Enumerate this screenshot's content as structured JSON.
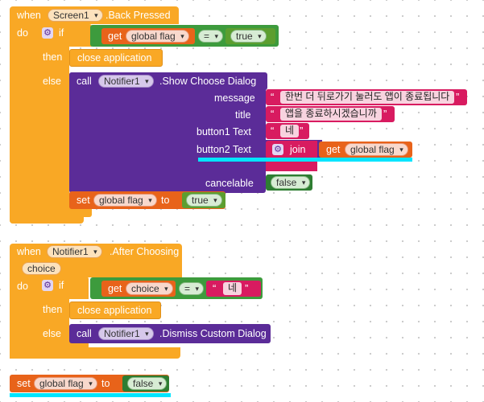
{
  "block1": {
    "when_kw": "when",
    "component": "Screen1",
    "event": ".Back Pressed",
    "do_kw": "do",
    "if_kw": "if",
    "then_kw": "then",
    "else_kw": "else",
    "get_kw": "get",
    "var": "global flag",
    "op": "=",
    "true_val": "true",
    "close_app": "close application",
    "call_kw": "call",
    "notifier": "Notifier1",
    "method": ".Show Choose Dialog",
    "message_lbl": "message",
    "message_val": "한번 더 뒤로가기 눌러도 앱이 종료됩니다",
    "title_lbl": "title",
    "title_val": "앱을 종료하시겠습니까",
    "button1_lbl": "button1 Text",
    "button1_val": "네",
    "button2_lbl": "button2 Text",
    "join_kw": "join",
    "cancelable_lbl": "cancelable",
    "false_val": "false",
    "set_kw": "set",
    "to_kw": "to",
    "quote_open": "“",
    "quote_close": "”"
  },
  "block2": {
    "when_kw": "when",
    "component": "Notifier1",
    "event": ".After Choosing",
    "param": "choice",
    "do_kw": "do",
    "if_kw": "if",
    "then_kw": "then",
    "else_kw": "else",
    "get_kw": "get",
    "var": "choice",
    "op": "=",
    "str_val": "네",
    "close_app": "close application",
    "call_kw": "call",
    "notifier": "Notifier1",
    "method": ".Dismiss Custom Dialog"
  },
  "block3": {
    "set_kw": "set",
    "var": "global flag",
    "to_kw": "to",
    "false_val": "false"
  },
  "colors": {
    "control": "#f9a825",
    "component": "#5b2c98",
    "logic": "#3d9b3d",
    "variable": "#e8631a",
    "text": "#d81b60",
    "highlight": "#00e5ff"
  }
}
